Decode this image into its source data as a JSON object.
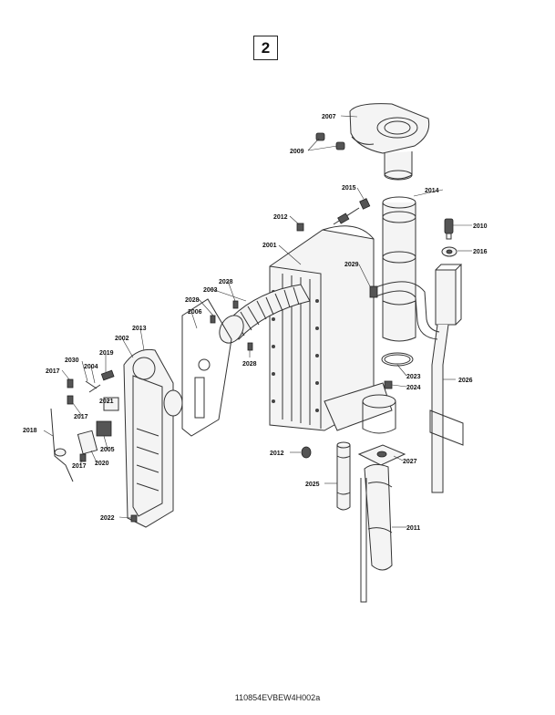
{
  "sheet_number": "2",
  "drawing_code": "110854EVBEW4H002a",
  "parts": [
    {
      "id": "p2007",
      "label": "2007"
    },
    {
      "id": "p2009",
      "label": "2009"
    },
    {
      "id": "p2015",
      "label": "2015"
    },
    {
      "id": "p2014",
      "label": "2014"
    },
    {
      "id": "p2012a",
      "label": "2012"
    },
    {
      "id": "p2010",
      "label": "2010"
    },
    {
      "id": "p2016",
      "label": "2016"
    },
    {
      "id": "p2001",
      "label": "2001"
    },
    {
      "id": "p2029",
      "label": "2029"
    },
    {
      "id": "p2028a",
      "label": "2028"
    },
    {
      "id": "p2003",
      "label": "2003"
    },
    {
      "id": "p2028b",
      "label": "2028"
    },
    {
      "id": "p2006",
      "label": "2006"
    },
    {
      "id": "p2013",
      "label": "2013"
    },
    {
      "id": "p2002",
      "label": "2002"
    },
    {
      "id": "p2028c",
      "label": "2028"
    },
    {
      "id": "p2030",
      "label": "2030"
    },
    {
      "id": "p2019",
      "label": "2019"
    },
    {
      "id": "p2017a",
      "label": "2017"
    },
    {
      "id": "p2004",
      "label": "2004"
    },
    {
      "id": "p2023",
      "label": "2023"
    },
    {
      "id": "p2024",
      "label": "2024"
    },
    {
      "id": "p2026",
      "label": "2026"
    },
    {
      "id": "p2021",
      "label": "2021"
    },
    {
      "id": "p2017b",
      "label": "2017"
    },
    {
      "id": "p2018",
      "label": "2018"
    },
    {
      "id": "p2005",
      "label": "2005"
    },
    {
      "id": "p2012b",
      "label": "2012"
    },
    {
      "id": "p2027",
      "label": "2027"
    },
    {
      "id": "p2017c",
      "label": "2017"
    },
    {
      "id": "p2020",
      "label": "2020"
    },
    {
      "id": "p2025",
      "label": "2025"
    },
    {
      "id": "p2022",
      "label": "2022"
    },
    {
      "id": "p2011",
      "label": "2011"
    }
  ]
}
